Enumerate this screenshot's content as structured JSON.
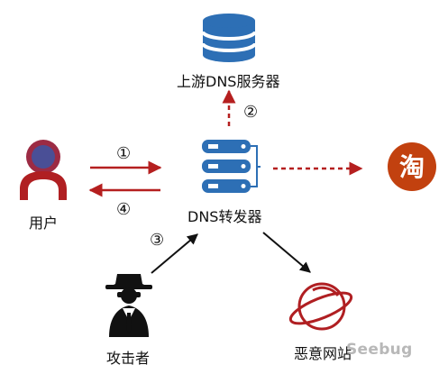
{
  "nodes": {
    "upstream_dns": {
      "label": "上游DNS服务器",
      "icon": "database-icon"
    },
    "user": {
      "label": "用户",
      "icon": "user-icon"
    },
    "dns_forwarder": {
      "label": "DNS转发器",
      "icon": "server-stack-icon"
    },
    "taobao": {
      "label": "淘",
      "icon": "taobao-logo"
    },
    "attacker": {
      "label": "攻击者",
      "icon": "spy-icon"
    },
    "malicious_site": {
      "label": "恶意网站",
      "icon": "planet-icon"
    }
  },
  "steps": {
    "step1": "①",
    "step2": "②",
    "step3": "③",
    "step4": "④"
  },
  "watermark": {
    "text": "Seebug"
  },
  "colors": {
    "red_arrow": "#b51f1f",
    "blue": "#2d6fb5",
    "taobao_orange": "#c2410f",
    "black": "#111111"
  }
}
